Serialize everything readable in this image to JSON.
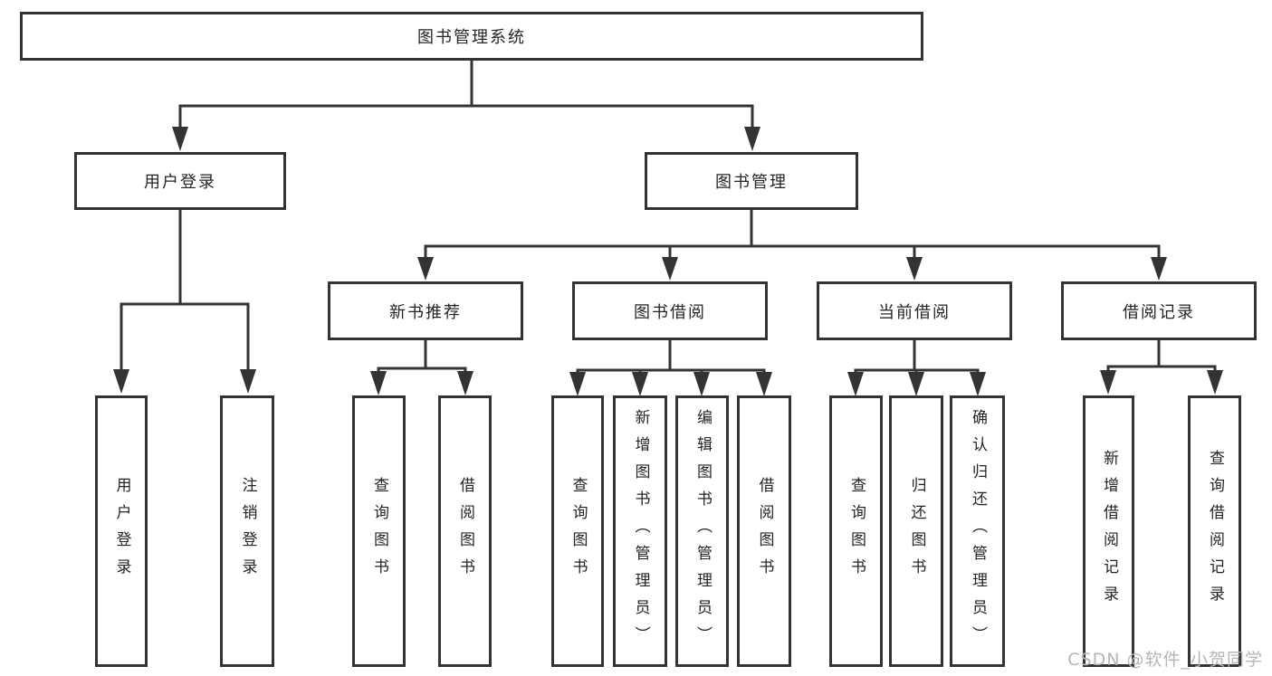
{
  "tree": {
    "label": "图书管理系统",
    "children": [
      {
        "label": "用户登录",
        "children": [
          {
            "label": "用户登录"
          },
          {
            "label": "注销登录"
          }
        ]
      },
      {
        "label": "图书管理",
        "children": [
          {
            "label": "新书推荐",
            "children": [
              {
                "label": "查询图书"
              },
              {
                "label": "借阅图书"
              }
            ]
          },
          {
            "label": "图书借阅",
            "children": [
              {
                "label": "查询图书"
              },
              {
                "label": "新增图书（管理员）"
              },
              {
                "label": "编辑图书（管理员）"
              },
              {
                "label": "借阅图书"
              }
            ]
          },
          {
            "label": "当前借阅",
            "children": [
              {
                "label": "查询图书"
              },
              {
                "label": "归还图书"
              },
              {
                "label": "确认归还（管理员）"
              }
            ]
          },
          {
            "label": "借阅记录",
            "children": [
              {
                "label": "新增借阅记录"
              },
              {
                "label": "查询借阅记录"
              }
            ]
          }
        ]
      }
    ]
  },
  "watermark": "CSDN @软件_小贺同学",
  "colors": {
    "line": "#333333",
    "text": "#242424",
    "background": "#ffffff",
    "watermark": "#b6b6b6"
  }
}
